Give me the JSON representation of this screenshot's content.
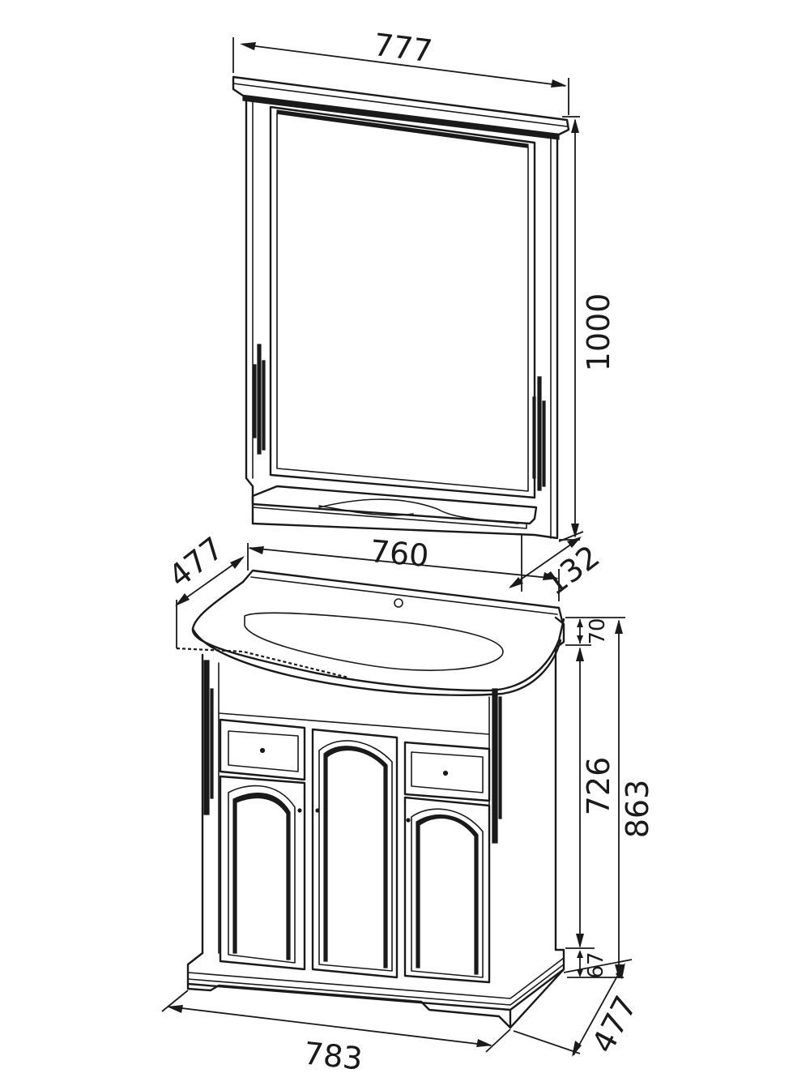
{
  "dimensions": {
    "mirror_width": "777",
    "mirror_height": "1000",
    "shelf_depth": "132",
    "cabinet_depth_top": "477",
    "sink_width": "760",
    "sink_thickness": "70",
    "cabinet_body_height": "726",
    "total_height": "863",
    "plinth_height": "67",
    "cabinet_width": "783",
    "cabinet_depth_bottom": "477"
  }
}
